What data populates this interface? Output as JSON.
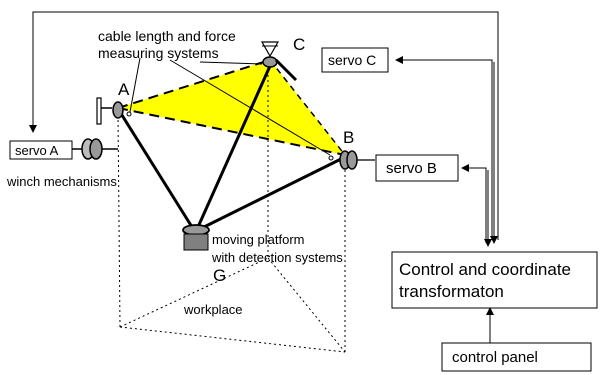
{
  "points": {
    "a": "A",
    "b": "B",
    "c": "C",
    "g": "G"
  },
  "labels": {
    "cable_line1": "cable length and force",
    "cable_line2": "measuring systems",
    "winch": "winch mechanisms",
    "platform_line1": "moving platform",
    "platform_line2": "with detection systems",
    "workplace": "workplace"
  },
  "boxes": {
    "servo_a": "servo A",
    "servo_b": "servo B",
    "servo_c": "servo C",
    "control_line1": "Control and coordinate",
    "control_line2": "transformaton",
    "control_panel": "control panel"
  },
  "colors": {
    "fill_triangle": "#ffff00",
    "device_gray": "#999999"
  }
}
